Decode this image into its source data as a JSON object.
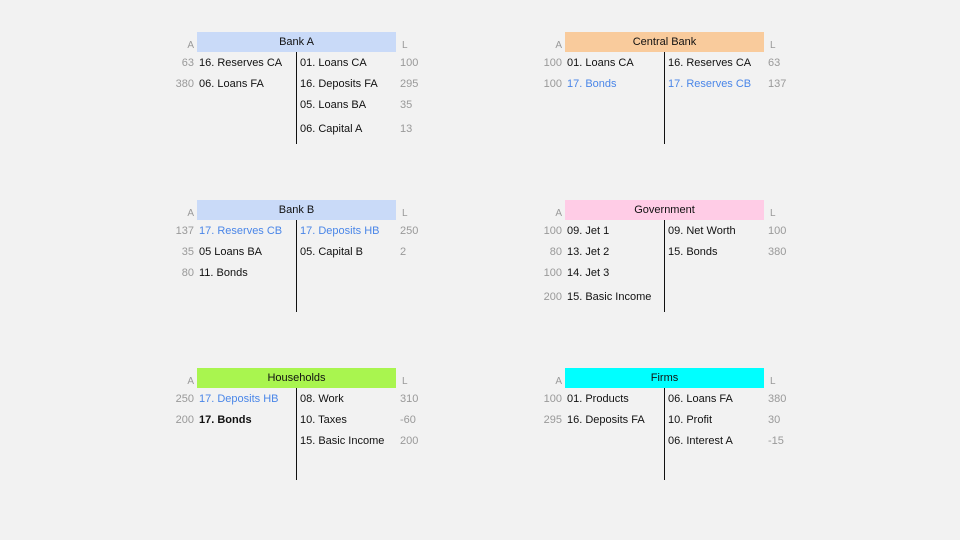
{
  "accounts": [
    {
      "key": "bank_a",
      "title": "Bank A",
      "color": "#c9daf8",
      "side_a": "A",
      "side_l": "L",
      "assets": [
        {
          "value": "63",
          "label": "16. Reserves CA",
          "style": ""
        },
        {
          "value": "380",
          "label": "06. Loans FA",
          "style": ""
        }
      ],
      "liabilities": [
        {
          "value": "100",
          "label": "01. Loans CA",
          "style": ""
        },
        {
          "value": "295",
          "label": "16. Deposits FA",
          "style": ""
        },
        {
          "value": "35",
          "label": "05. Loans BA",
          "style": ""
        },
        {
          "value": "13",
          "label": "06. Capital A",
          "style": ""
        }
      ]
    },
    {
      "key": "central_bank",
      "title": "Central Bank",
      "color": "#f9cb9c",
      "side_a": "A",
      "side_l": "L",
      "assets": [
        {
          "value": "100",
          "label": "01. Loans CA",
          "style": ""
        },
        {
          "value": "100",
          "label": "17. Bonds",
          "style": "blue"
        }
      ],
      "liabilities": [
        {
          "value": "63",
          "label": "16. Reserves CA",
          "style": ""
        },
        {
          "value": "137",
          "label": "17. Reserves CB",
          "style": "blue"
        }
      ]
    },
    {
      "key": "bank_b",
      "title": "Bank B",
      "color": "#c9daf8",
      "side_a": "A",
      "side_l": "L",
      "assets": [
        {
          "value": "137",
          "label": "17. Reserves CB",
          "style": "blue"
        },
        {
          "value": "35",
          "label": "05 Loans BA",
          "style": ""
        },
        {
          "value": "80",
          "label": "11. Bonds",
          "style": ""
        }
      ],
      "liabilities": [
        {
          "value": "250",
          "label": "17. Deposits HB",
          "style": "blue"
        },
        {
          "value": "2",
          "label": "05. Capital B",
          "style": ""
        }
      ]
    },
    {
      "key": "government",
      "title": "Government",
      "color": "#ffcce6",
      "side_a": "A",
      "side_l": "L",
      "assets": [
        {
          "value": "100",
          "label": "09. Jet 1",
          "style": ""
        },
        {
          "value": "80",
          "label": "13. Jet 2",
          "style": ""
        },
        {
          "value": "100",
          "label": "14. Jet 3",
          "style": ""
        },
        {
          "value": "200",
          "label": "15. Basic Income",
          "style": ""
        }
      ],
      "liabilities": [
        {
          "value": "100",
          "label": "09. Net Worth",
          "style": ""
        },
        {
          "value": "380",
          "label": "15. Bonds",
          "style": ""
        }
      ]
    },
    {
      "key": "households",
      "title": "Households",
      "color": "#a9f54f",
      "side_a": "A",
      "side_l": "L",
      "assets": [
        {
          "value": "250",
          "label": "17. Deposits HB",
          "style": "blue"
        },
        {
          "value": "200",
          "label": "17. Bonds",
          "style": "bold"
        }
      ],
      "liabilities": [
        {
          "value": "310",
          "label": "08. Work",
          "style": ""
        },
        {
          "value": "-60",
          "label": "10. Taxes",
          "style": ""
        },
        {
          "value": "200",
          "label": "15. Basic Income",
          "style": ""
        }
      ]
    },
    {
      "key": "firms",
      "title": "Firms",
      "color": "#00ffff",
      "side_a": "A",
      "side_l": "L",
      "assets": [
        {
          "value": "100",
          "label": "01. Products",
          "style": ""
        },
        {
          "value": "295",
          "label": "16. Deposits FA",
          "style": ""
        }
      ],
      "liabilities": [
        {
          "value": "380",
          "label": "06. Loans FA",
          "style": ""
        },
        {
          "value": "30",
          "label": "10. Profit",
          "style": ""
        },
        {
          "value": "-15",
          "label": "06. Interest A",
          "style": ""
        }
      ]
    }
  ]
}
